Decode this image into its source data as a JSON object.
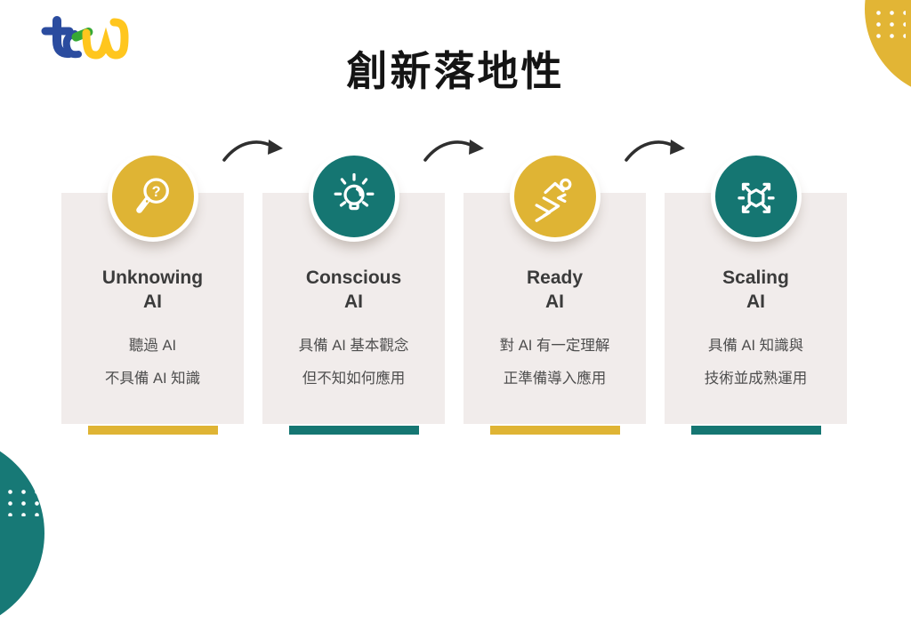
{
  "slide": {
    "title": "創新落地性",
    "brand_logo": "tw-brand-logo"
  },
  "stages": [
    {
      "name_line1": "Unknowing",
      "name_line2": "AI",
      "desc_line1": "聽過 AI",
      "desc_line2": "不具備 AI 知識",
      "accent": "#DFB434",
      "icon": "magnifier-question-icon"
    },
    {
      "name_line1": "Conscious",
      "name_line2": "AI",
      "desc_line1": "具備 AI 基本觀念",
      "desc_line2": "但不知如何應用",
      "accent": "#157672",
      "icon": "lightbulb-icon"
    },
    {
      "name_line1": "Ready",
      "name_line2": "AI",
      "desc_line1": "對 AI 有一定理解",
      "desc_line2": "正準備導入應用",
      "accent": "#DFB434",
      "icon": "runner-icon"
    },
    {
      "name_line1": "Scaling",
      "name_line2": "AI",
      "desc_line1": "具備 AI 知識與",
      "desc_line2": "技術並成熟運用",
      "accent": "#157672",
      "icon": "scale-expand-icon"
    }
  ],
  "colors": {
    "yellow": "#DFB434",
    "teal": "#157672",
    "card_background": "#F1ECEB",
    "heading_text": "#3B3B3B",
    "body_text": "#4E4E4E",
    "arrow": "#2F2F2F",
    "corner_yellow": "#E2B535",
    "corner_teal": "#177976"
  }
}
